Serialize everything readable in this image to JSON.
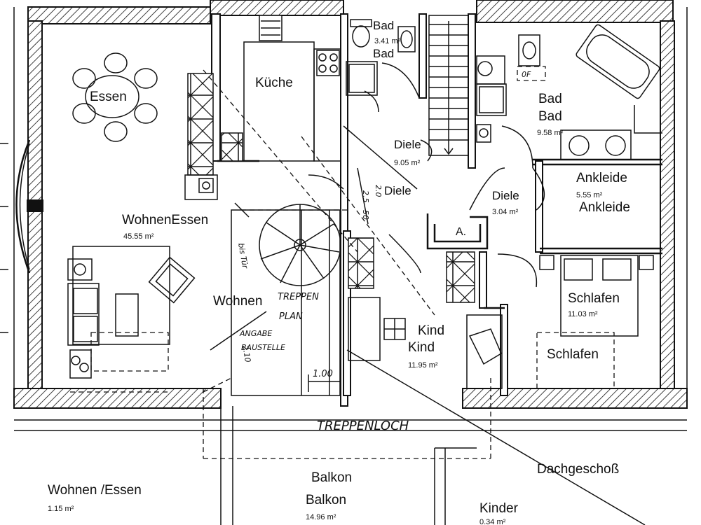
{
  "rooms": {
    "essen": {
      "name": "Essen"
    },
    "kueche": {
      "name": "Küche"
    },
    "bad_small": {
      "name": "Bad",
      "area": "3.41 m²",
      "name2": "Bad"
    },
    "diele_top": {
      "name": "Diele",
      "area": "9.05 m²"
    },
    "diele_mid": {
      "name": "Diele"
    },
    "bad_large": {
      "name": "Bad",
      "name2": "Bad",
      "area": "9.58 m²"
    },
    "ankleide": {
      "name": "Ankleide",
      "area": "5.55 m²",
      "name2": "Ankleide"
    },
    "diele_right": {
      "name": "Diele",
      "area": "3.04 m²"
    },
    "a_room": {
      "name": "A."
    },
    "wohnen_essen": {
      "name": "WohnenEssen",
      "area": "45.55 m²"
    },
    "wohnen": {
      "name": "Wohnen"
    },
    "schlafen": {
      "name": "Schlafen",
      "area": "11.03 m²",
      "name2": "Schlafen"
    },
    "kind": {
      "name": "Kind",
      "name2": "Kind",
      "area": "11.95 m²"
    },
    "balkon": {
      "name": "Balkon",
      "name2": "Balkon",
      "area": "14.96 m²"
    },
    "wohnen_essen_bottom": {
      "name": "Wohnen /Essen",
      "area": "1.15 m²"
    },
    "kinder": {
      "name": "Kinder",
      "area": "0.34 m²"
    }
  },
  "floor_label": "Dachgeschoß",
  "annotations": {
    "treppen_1": "TREPPEN",
    "treppen_2": "PLAN",
    "angabe_1": "ANGABE",
    "angabe_2": "BAUSTELLE",
    "dim_100": "1.00",
    "treppenloch": "TREPPENLOCH",
    "dim_25": "2.5",
    "dim_20": "2.0",
    "dim_50": "50",
    "bis_tuer": "bis Tür",
    "dim_210": "2.10",
    "dim_0f": "0F"
  }
}
